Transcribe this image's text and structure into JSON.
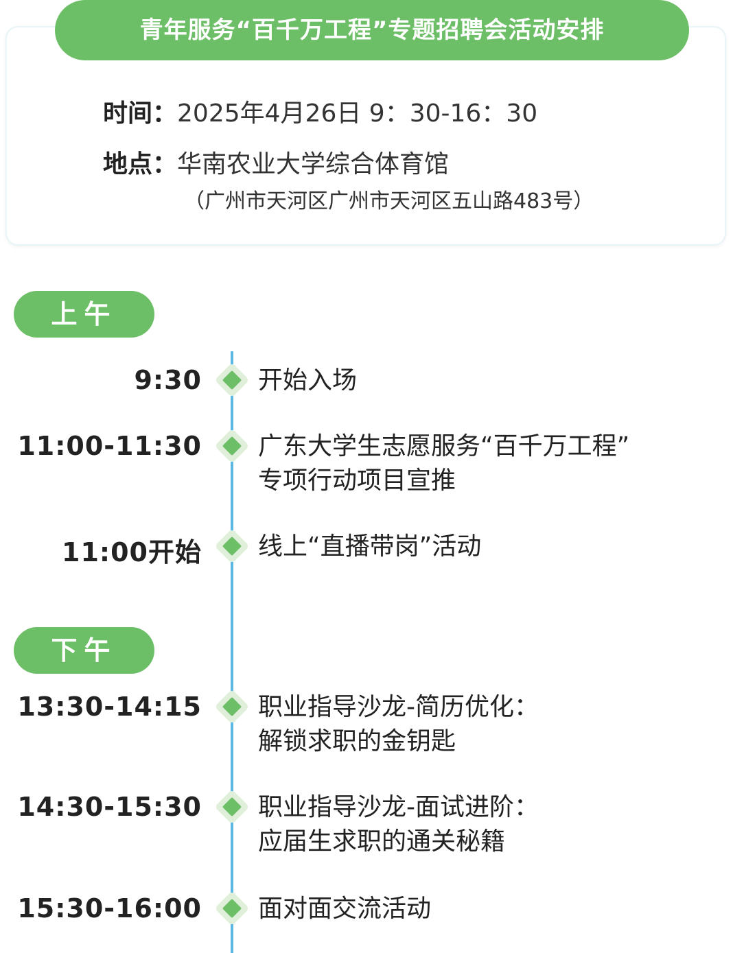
{
  "title": "青年服务“百千万工程”专题招聘会活动安排",
  "info": {
    "time_label": "时间：",
    "time_value": "2025年4月26日 9：30-16：30",
    "place_label": "地点：",
    "place_value": "华南农业大学综合体育馆",
    "place_address": "（广州市天河区广州市天河区五山路483号）"
  },
  "morning": {
    "label": "上午",
    "events": [
      {
        "time": "9:30",
        "lines": [
          "开始入场"
        ]
      },
      {
        "time": "11:00-11:30",
        "lines": [
          "广东大学生志愿服务“百千万工程”",
          "专项行动项目宣推"
        ]
      },
      {
        "time": "11:00开始",
        "lines": [
          "线上“直播带岗”活动"
        ]
      }
    ]
  },
  "afternoon": {
    "label": "下午",
    "events": [
      {
        "time": "13:30-14:15",
        "lines": [
          "职业指导沙龙-简历优化：",
          "解锁求职的金钥匙"
        ]
      },
      {
        "time": "14:30-15:30",
        "lines": [
          "职业指导沙龙-面试进阶：",
          "应届生求职的通关秘籍"
        ]
      },
      {
        "time": "15:30-16:00",
        "lines": [
          "面对面交流活动"
        ]
      }
    ]
  },
  "colors": {
    "accent_green": "#6dbf67",
    "timeline_blue": "#5bb8e3"
  }
}
